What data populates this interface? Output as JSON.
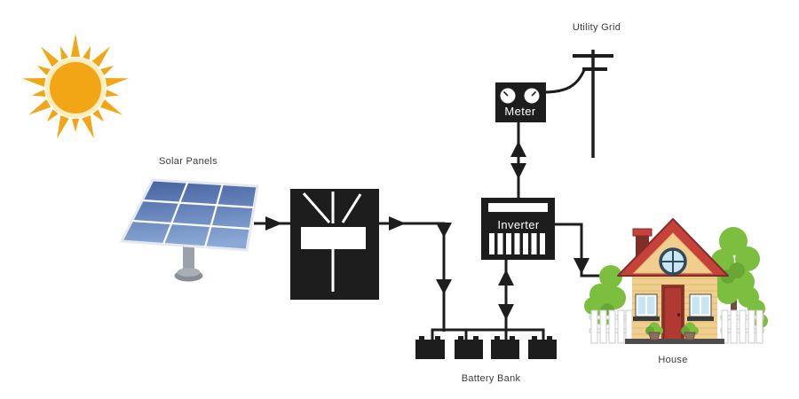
{
  "diagram": {
    "type": "solar-power-system",
    "labels": {
      "solar_panels": "Solar Panels",
      "utility_grid": "Utility Grid",
      "meter": "Meter",
      "inverter": "Inverter",
      "battery_bank": "Battery Bank",
      "house": "House"
    },
    "nodes": [
      {
        "id": "sun",
        "icon": "sun-icon"
      },
      {
        "id": "solar-panels",
        "label": "Solar Panels",
        "icon": "solar-panel-icon",
        "panel_grid": "3x3"
      },
      {
        "id": "charge-controller",
        "icon": "charge-controller-icon"
      },
      {
        "id": "battery-bank",
        "label": "Battery Bank",
        "icon": "battery-icon",
        "battery_count": 4
      },
      {
        "id": "inverter",
        "label": "Inverter",
        "icon": "inverter-icon",
        "vent_slots": 7
      },
      {
        "id": "meter",
        "label": "Meter",
        "icon": "meter-icon",
        "dial_count": 2
      },
      {
        "id": "utility-grid",
        "label": "Utility Grid",
        "icon": "utility-pole-icon"
      },
      {
        "id": "house",
        "label": "House",
        "icon": "house-icon"
      }
    ],
    "edges": [
      {
        "from": "solar-panels",
        "to": "charge-controller",
        "direction": "one-way"
      },
      {
        "from": "charge-controller",
        "to": "battery-bank",
        "direction": "one-way"
      },
      {
        "from": "inverter",
        "to": "battery-bank",
        "direction": "two-way"
      },
      {
        "from": "inverter",
        "to": "meter",
        "direction": "two-way"
      },
      {
        "from": "meter",
        "to": "utility-grid",
        "direction": "wire"
      },
      {
        "from": "inverter",
        "to": "house",
        "direction": "one-way"
      }
    ],
    "colors": {
      "line_black": "#1d1d1d",
      "sun_gold": "#F2A615",
      "sun_ring": "#FCEDC0",
      "panel_blue_dark": "#44619F",
      "panel_blue_light": "#8AA9D6",
      "panel_frame": "#E5E8EC",
      "pole_gray": "#9AA1A9",
      "roof_red": "#C8403A",
      "roof_trim": "#7E2F28",
      "wall_tan": "#EFCE8E",
      "siding_line": "#DEBC77",
      "door_red": "#B03A31",
      "glass_blue": "#C7E6F4",
      "window_outline": "#34495E",
      "tree_green": "#7CBF3F",
      "tree_green_dark": "#68A735",
      "trunk_brown": "#6D4C41",
      "fence_outline": "#C9C9C9",
      "base_gray": "#4D4D4D",
      "pot_brown": "#8D6E63",
      "label_text": "#3B3B3B",
      "box_label_text": "#FFFFFF"
    }
  }
}
